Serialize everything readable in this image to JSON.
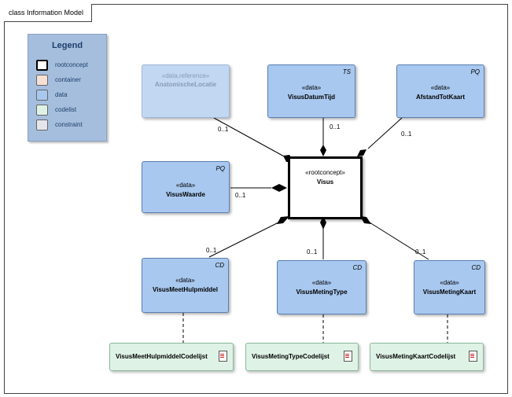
{
  "diagram": {
    "title": "class Information Model",
    "legend": {
      "title": "Legend",
      "items": [
        {
          "label": "rootconcept",
          "color": "#ffffff"
        },
        {
          "label": "container",
          "color": "#f6dfd3"
        },
        {
          "label": "data",
          "color": "#a8c8ef"
        },
        {
          "label": "codelist",
          "color": "#dff2e6"
        },
        {
          "label": "constraint",
          "color": "#e4e6ec"
        }
      ]
    },
    "root": {
      "stereotype": "«rootconcept»",
      "name": "Visus"
    },
    "classes": {
      "anatomische": {
        "stereotype": "«data,reference»",
        "name": "AnatomischeLocatie",
        "tag": ""
      },
      "datumtijd": {
        "stereotype": "«data»",
        "name": "VisusDatumTijd",
        "tag": "TS"
      },
      "afstand": {
        "stereotype": "«data»",
        "name": "AfstandTotKaart",
        "tag": "PQ"
      },
      "waarde": {
        "stereotype": "«data»",
        "name": "VisusWaarde",
        "tag": "PQ"
      },
      "hulpmiddel": {
        "stereotype": "«data»",
        "name": "VisusMeetHulpmiddel",
        "tag": "CD"
      },
      "metingtype": {
        "stereotype": "«data»",
        "name": "VisusMetingType",
        "tag": "CD"
      },
      "metingkaart": {
        "stereotype": "«data»",
        "name": "VisusMetingKaart",
        "tag": "CD"
      }
    },
    "codelists": {
      "hulpmiddel": "VisusMeetHulpmiddelCodelijst",
      "metingtype": "VisusMetingTypeCodelijst",
      "metingkaart": "VisusMetingKaartCodelijst"
    },
    "multiplicities": {
      "anatomische": "0..1",
      "datumtijd": "0..1",
      "afstand": "0..1",
      "waarde": "0..1",
      "hulpmiddel": "0..1",
      "metingtype": "0..1",
      "metingkaart": "0..1"
    }
  }
}
